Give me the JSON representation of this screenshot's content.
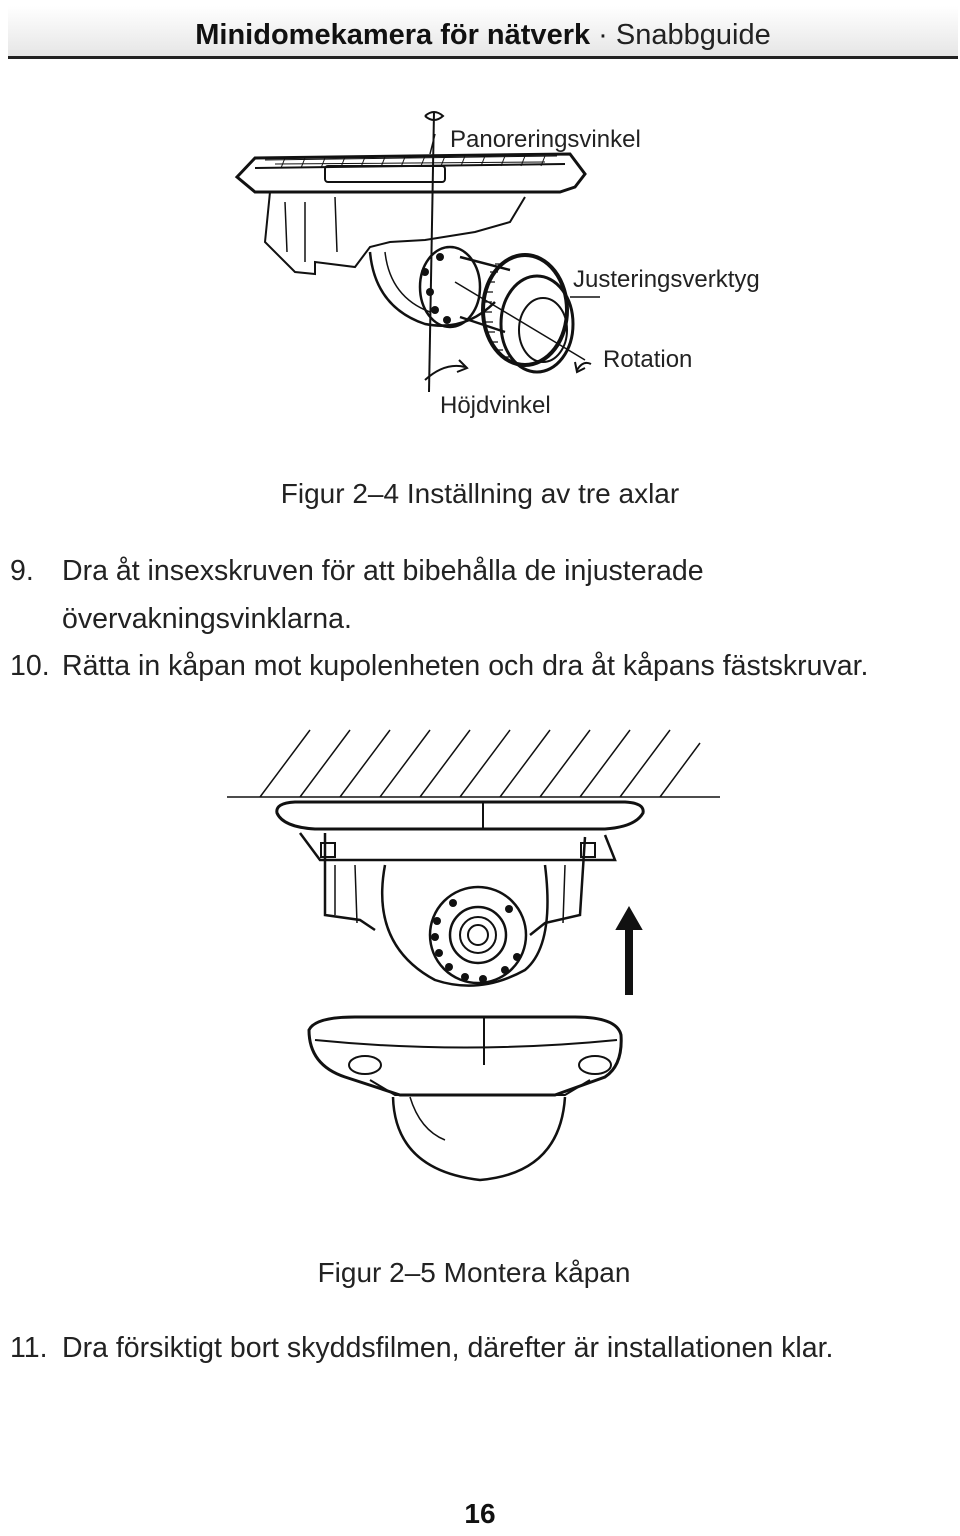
{
  "header": {
    "title": "Minidomekamera för nätverk",
    "separator": "·",
    "subtitle": "Snabbguide"
  },
  "figure1": {
    "labels": {
      "pan": "Panoreringsvinkel",
      "tool": "Justeringsverktyg",
      "rotation": "Rotation",
      "tilt": "Höjdvinkel"
    },
    "caption": "Figur 2–4 Inställning av tre axlar"
  },
  "steps": {
    "s9": {
      "num": "9.",
      "line1": "Dra åt insexskruven för att bibehålla de injusterade",
      "line2": "övervakningsvinklarna."
    },
    "s10": {
      "num": "10.",
      "text": "Rätta in kåpan mot kupolenheten och dra åt kåpans fästskruvar."
    },
    "s11": {
      "num": "11.",
      "text": "Dra försiktigt bort skyddsfilmen, därefter är installationen klar."
    }
  },
  "figure2": {
    "caption": "Figur 2–5 Montera kåpan"
  },
  "footer": {
    "page_number": "16"
  }
}
